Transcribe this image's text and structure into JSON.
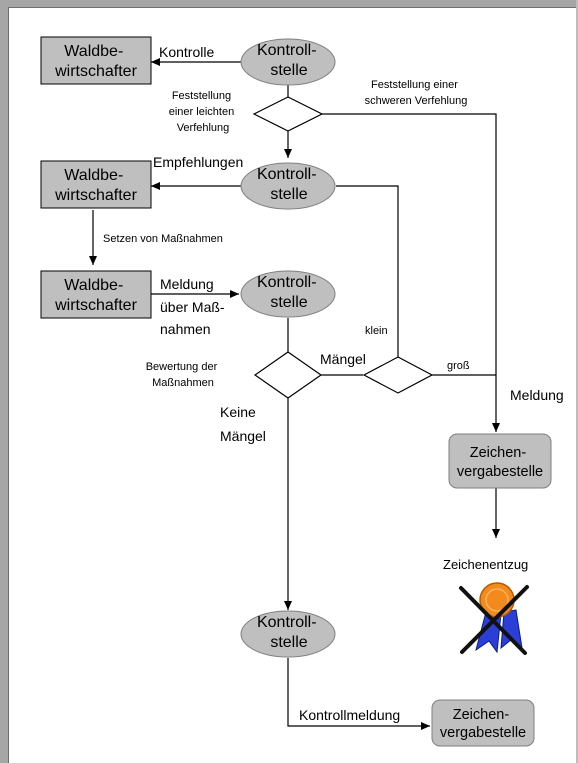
{
  "nodes": {
    "kontrollstelle_1": "Kontroll-\nstelle",
    "waldbewirtschafter_1": "Waldbe-\nwirtschafter",
    "kontrollstelle_2": "Kontroll-\nstelle",
    "waldbewirtschafter_2": "Waldbe-\nwirtschafter",
    "waldbewirtschafter_3": "Waldbe-\nwirtschafter",
    "kontrollstelle_3": "Kontroll-\nstelle",
    "zeichenvergabestelle_1": "Zeichen-\nvergabestelle",
    "kontrollstelle_4": "Kontroll-\nstelle",
    "zeichenvergabestelle_2": "Zeichen-\nvergabestelle"
  },
  "labels": {
    "kontrolle": "Kontrolle",
    "feststellung_leicht": "Feststellung\neiner leichten\nVerfehlung",
    "feststellung_schwer": "Feststellung einer\nschweren Verfehlung",
    "empfehlungen": "Empfehlungen",
    "setzen_massnahmen": "Setzen von Maßnahmen",
    "meldung_massnahmen": "Meldung\nüber Maß-\nnahmen",
    "klein": "klein",
    "maengel": "Mängel",
    "gross": "groß",
    "bewertung": "Bewertung der\nMaßnahmen",
    "meldung": "Meldung",
    "keine_maengel": "Keine\nMängel",
    "zeichenentzug": "Zeichenentzug",
    "kontrollmeldung": "Kontrollmeldung"
  },
  "icons": {
    "revoked_seal": "revoked-award-seal-icon"
  },
  "colors": {
    "node_fill": "#bfbfbf",
    "line": "#000000",
    "seal_orange": "#f28a1e",
    "ribbon_blue": "#2b3fd6"
  }
}
